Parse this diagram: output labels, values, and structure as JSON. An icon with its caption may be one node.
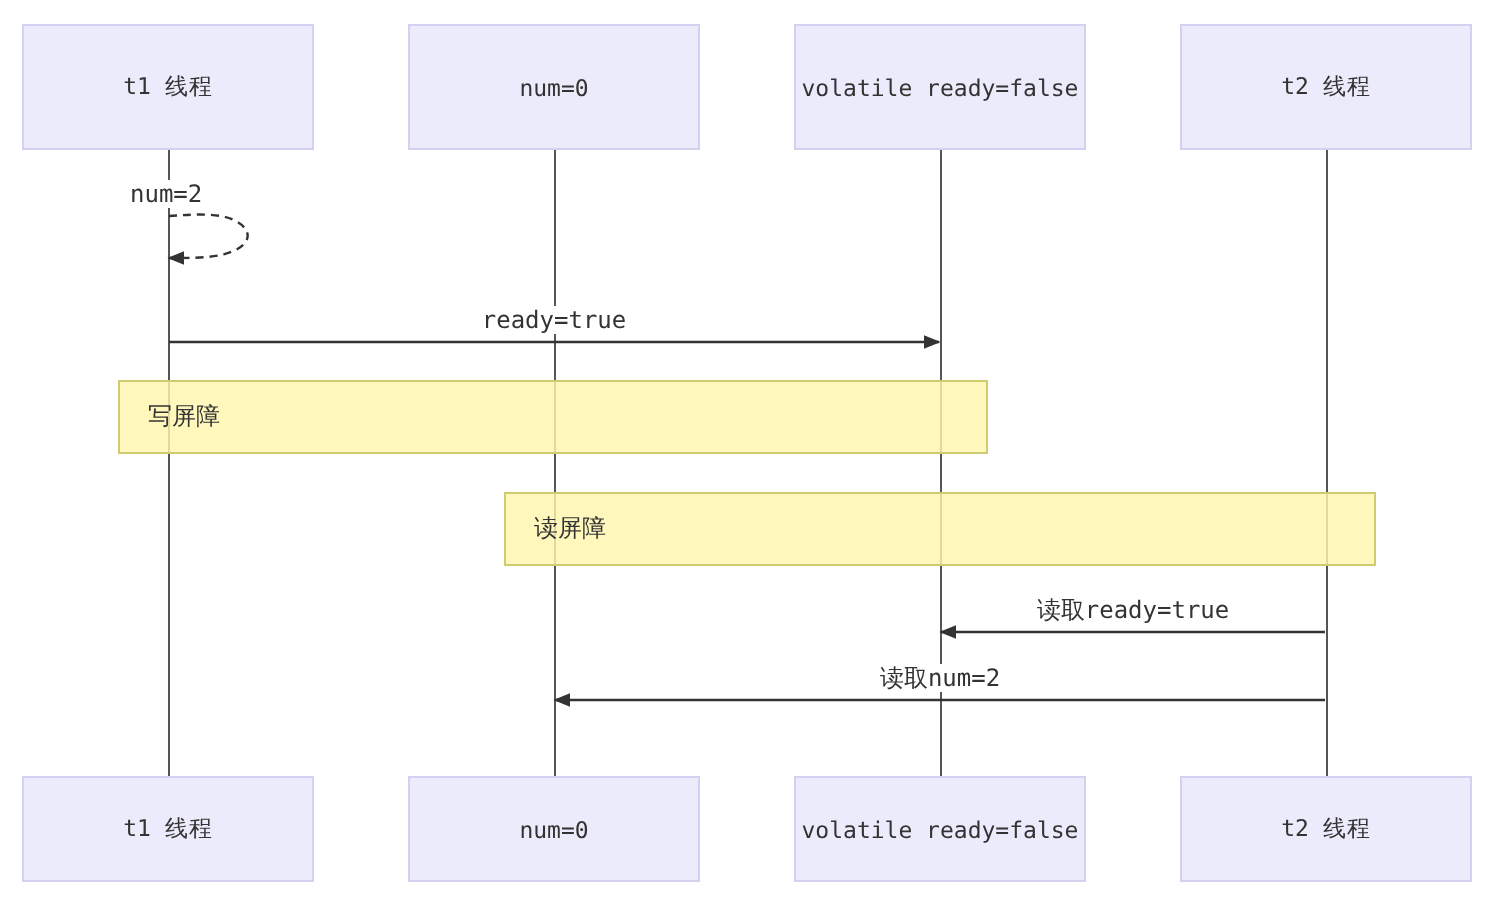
{
  "diagram": {
    "nodes": [
      {
        "text": [
          "t1 线程"
        ]
      },
      {
        "text": [
          "num=0"
        ]
      },
      {
        "text": [
          "volatile ready=false"
        ]
      },
      {
        "text": [
          "t2 线程"
        ]
      },
      {
        "text": [
          "t1 线程"
        ]
      },
      {
        "text": [
          "num=0"
        ]
      },
      {
        "text": [
          "volatile ready=false"
        ]
      },
      {
        "text": [
          "t2 线程"
        ]
      },
      {
        "text": [],
        "shape": "bar"
      },
      {
        "text": [],
        "shape": "bar"
      },
      {
        "text": [],
        "shape": "bar"
      },
      {
        "text": [],
        "shape": "bar"
      },
      {
        "text": [
          "写屏障"
        ]
      },
      {
        "text": [
          "读屏障"
        ]
      }
    ],
    "edges": [
      {
        "from": 8,
        "to": 8,
        "arrow": "to",
        "label": "num=2",
        "style": "dashed"
      },
      {
        "from": 8,
        "to": 10,
        "arrow": "to",
        "label": "ready=true"
      },
      {
        "from": 11,
        "to": 10,
        "arrow": "to",
        "label": "读取ready=true"
      },
      {
        "from": 11,
        "to": 9,
        "arrow": "to",
        "label": "读取num=2"
      }
    ]
  }
}
